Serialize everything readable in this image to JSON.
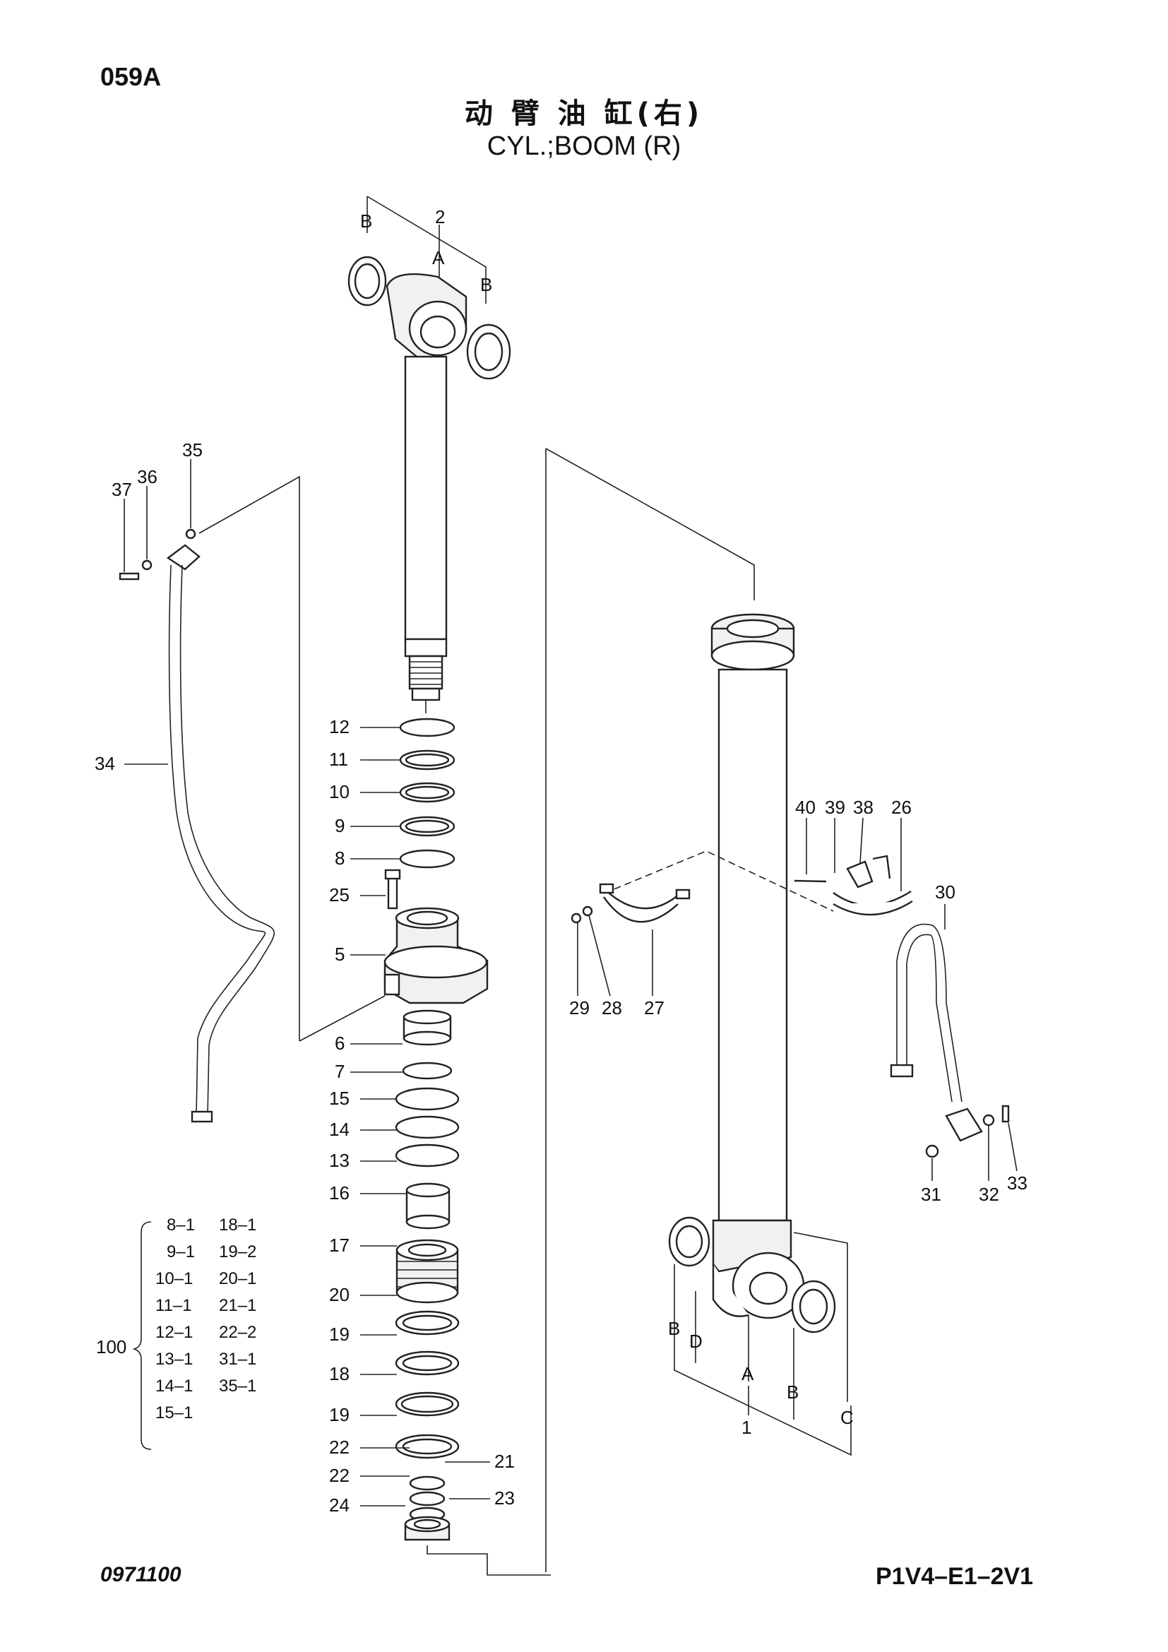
{
  "header": {
    "page_code": "059A",
    "title_cn": "动 臂 油 缸(右)",
    "title_en": "CYL.;BOOM (R)"
  },
  "footer": {
    "doc_code": "0971100",
    "page_ref": "P1V4–E1–2V1"
  },
  "callouts": {
    "c1": "1",
    "c2": "2",
    "c5": "5",
    "c6": "6",
    "c7": "7",
    "c8": "8",
    "c9": "9",
    "c10": "10",
    "c11": "11",
    "c12": "12",
    "c13": "13",
    "c14": "14",
    "c15": "15",
    "c16": "16",
    "c17": "17",
    "c18": "18",
    "c19a": "19",
    "c19b": "19",
    "c20": "20",
    "c21": "21",
    "c22a": "22",
    "c22b": "22",
    "c23": "23",
    "c24": "24",
    "c25": "25",
    "c26": "26",
    "c27": "27",
    "c28": "28",
    "c29": "29",
    "c30": "30",
    "c31": "31",
    "c32": "32",
    "c33": "33",
    "c34": "34",
    "c35": "35",
    "c36": "36",
    "c37": "37",
    "c38": "38",
    "c39": "39",
    "c40": "40",
    "letter_a_top": "A",
    "letter_b_top_left": "B",
    "letter_b_top_right": "B",
    "letter_a_bottom": "A",
    "letter_b_bottom_left": "B",
    "letter_b_bottom_right": "B",
    "letter_c_bottom": "C",
    "letter_d_bottom": "D"
  },
  "seal_kit": {
    "number": "100",
    "rows": [
      [
        "8–1",
        "18–1"
      ],
      [
        "9–1",
        "19–2"
      ],
      [
        "10–1",
        "20–1"
      ],
      [
        "11–1",
        "21–1"
      ],
      [
        "12–1",
        "22–2"
      ],
      [
        "13–1",
        "31–1"
      ],
      [
        "14–1",
        "35–1"
      ],
      [
        "15–1",
        ""
      ]
    ]
  }
}
